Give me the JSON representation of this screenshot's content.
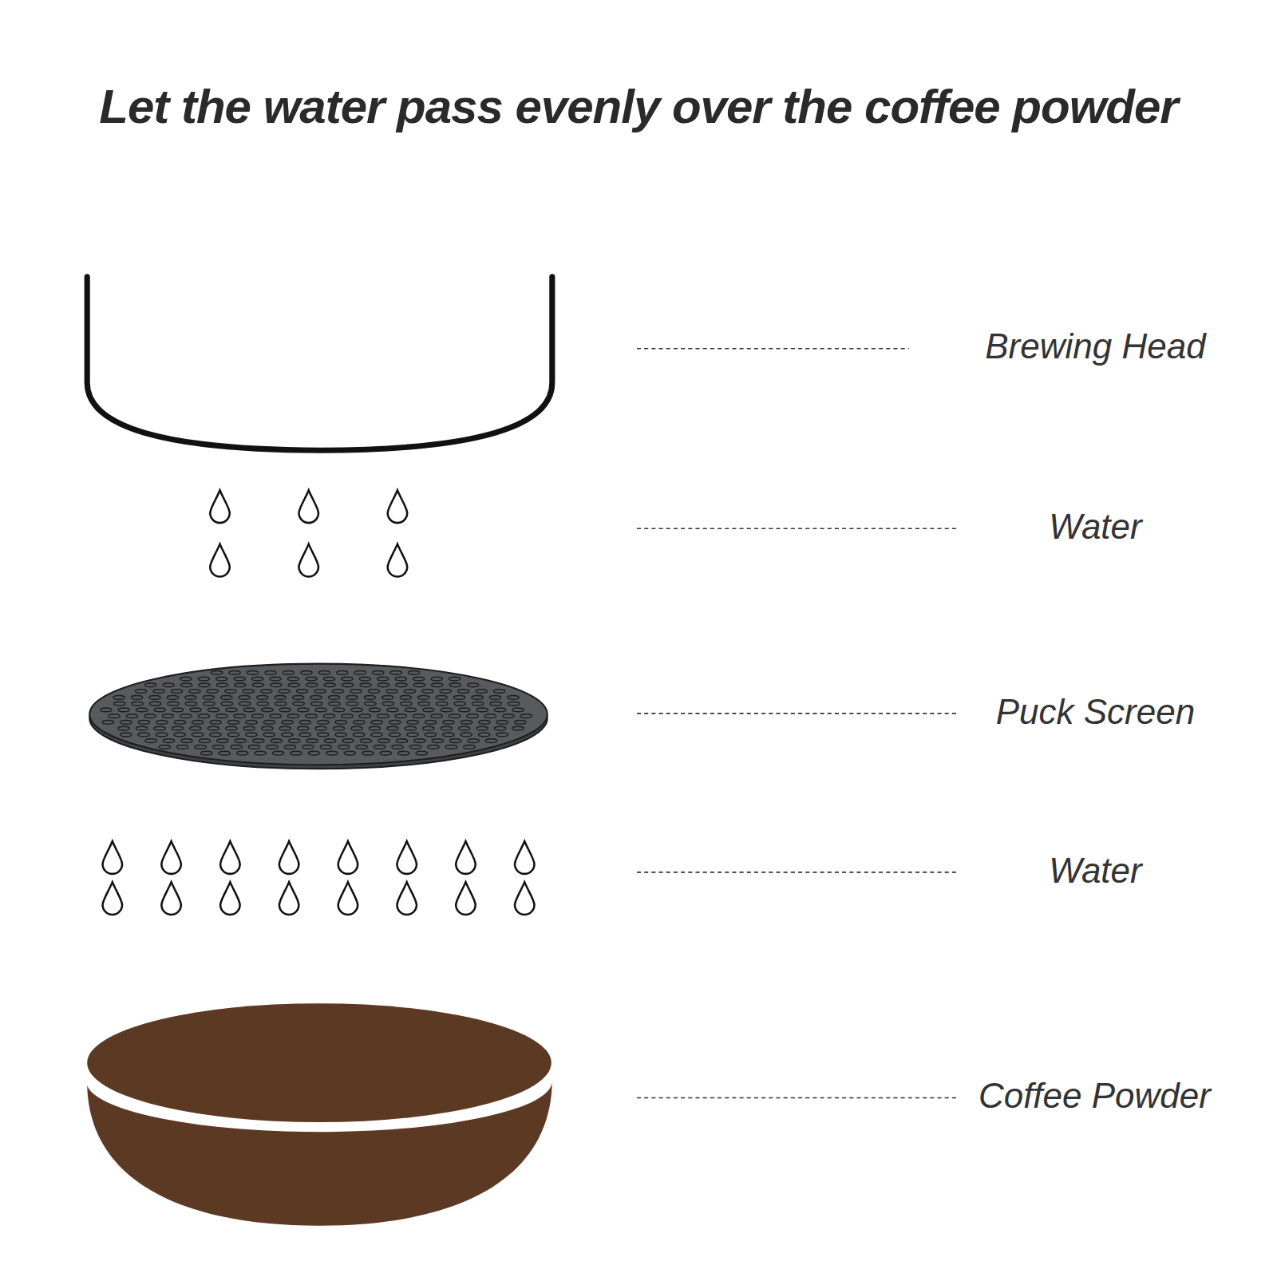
{
  "diagram": {
    "title": "Let the water pass evenly over the coffee powder",
    "labels": [
      "Brewing Head",
      "Water",
      "Puck Screen",
      "Water",
      "Coffee Powder"
    ]
  }
}
